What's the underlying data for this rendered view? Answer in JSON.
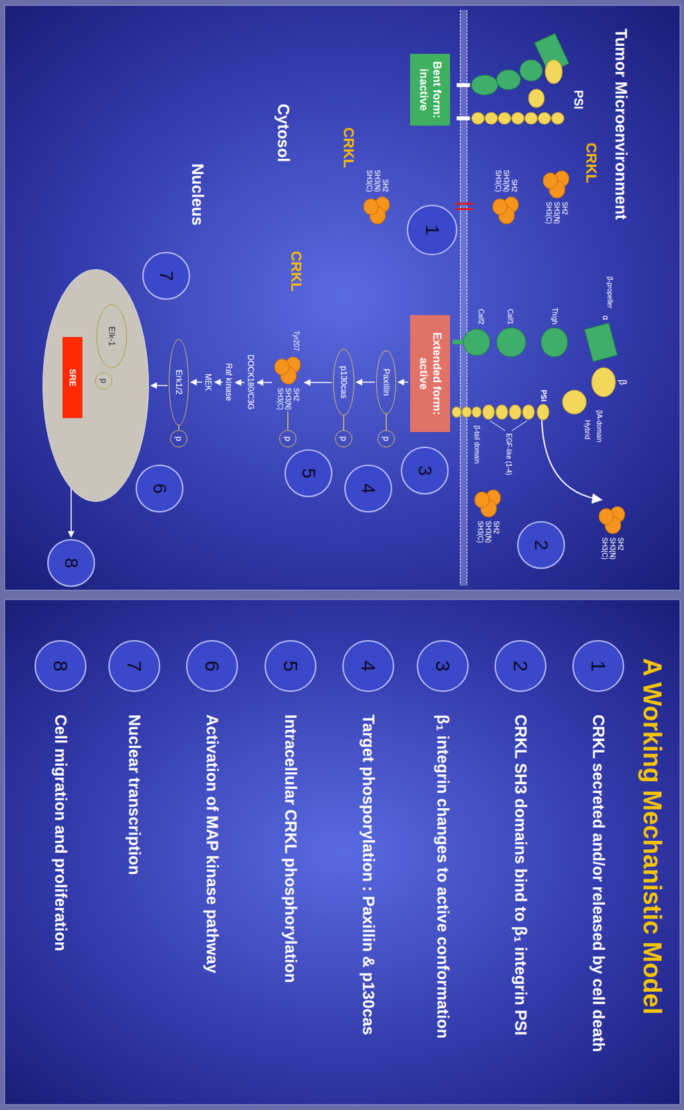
{
  "diagram": {
    "title": "A Working Mechanistic Model",
    "nodes": [
      {
        "text": [
          "Bent form: inactive"
        ]
      },
      {
        "text": [
          "1"
        ]
      },
      {
        "text": [
          "SH2",
          "SH3(N)",
          "SH3(C)"
        ]
      },
      {
        "text": [
          "SH2",
          "SH3(N)",
          "SH3(C)"
        ]
      },
      {
        "text": [
          "SH2",
          "SH3(N)",
          "SH3(C)"
        ]
      },
      {
        "text": [
          "2"
        ]
      },
      {
        "text": [
          "SH2",
          "SH3(N)",
          "SH3(C)"
        ]
      },
      {
        "text": [
          "SH2",
          "SH3(N)",
          "SH3(C)"
        ]
      },
      {
        "text": [
          "Extended form: active"
        ]
      },
      {
        "text": [
          "3"
        ]
      },
      {
        "text": [
          "Paxillin"
        ]
      },
      {
        "text": [
          "p"
        ]
      },
      {
        "text": [
          "4"
        ]
      },
      {
        "text": [
          "p130cas"
        ]
      },
      {
        "text": [
          "p"
        ]
      },
      {
        "text": [
          "SH2",
          "SH3(N)",
          "SH3(C)"
        ]
      },
      {
        "text": [
          "p"
        ]
      },
      {
        "text": [
          "5"
        ]
      },
      {
        "text": [
          "DOCK180/C3G"
        ]
      },
      {
        "text": [
          "Raf kinase"
        ]
      },
      {
        "text": [
          "MEK"
        ]
      },
      {
        "text": [
          "Erk1/2"
        ]
      },
      {
        "text": [
          "p"
        ]
      },
      {
        "text": [
          "6"
        ]
      },
      {
        "text": [
          "7"
        ]
      },
      {
        "text": [
          "Nucleus"
        ]
      },
      {
        "text": [
          "Elk-1"
        ],
        "in": 25
      },
      {
        "text": [
          "p"
        ],
        "in": 25
      },
      {
        "text": [
          "SRE"
        ],
        "in": 25
      },
      {
        "text": [
          "8"
        ]
      },
      {
        "text": [
          "1"
        ]
      },
      {
        "text": [
          "2"
        ]
      },
      {
        "text": [
          "3"
        ]
      },
      {
        "text": [
          "4"
        ]
      },
      {
        "text": [
          "5"
        ]
      },
      {
        "text": [
          "6"
        ]
      },
      {
        "text": [
          "7"
        ]
      },
      {
        "text": [
          "8"
        ]
      }
    ],
    "edges": [
      {
        "from": 8,
        "to": 10,
        "arrow": "to"
      },
      {
        "from": 10,
        "to": 13,
        "arrow": "to"
      },
      {
        "from": 13,
        "to": 15,
        "arrow": "to"
      },
      {
        "from": 15,
        "to": 18,
        "arrow": "to"
      },
      {
        "from": 18,
        "to": 19,
        "arrow": "to"
      },
      {
        "from": 19,
        "to": 20,
        "arrow": "to"
      },
      {
        "from": 20,
        "to": 21,
        "arrow": "to"
      },
      {
        "from": 21,
        "to": 25,
        "arrow": "to"
      },
      {
        "from": 28,
        "to": 29,
        "arrow": "to"
      }
    ],
    "labels": [
      "Tumor Microenvironment",
      "PSI",
      "CRKL",
      "Cytosol",
      "CRKL",
      "β-propeller",
      "α",
      "Thigh",
      "Calf1",
      "Calf2",
      "β",
      "βA-domain",
      "Hybrid",
      "PSI",
      "EGF-like (1-4)",
      "β-tail domain",
      "CRKL",
      "Tyr207",
      "CRKL secreted and/or released by cell death",
      "CRKL SH3 domains bind to β₁ integrin PSI",
      "β₁ integrin changes to active conformation",
      "Target phosporylation : Paxillin & p130cas",
      "Intracellular CRKL phosphorylation",
      "Activation of MAP kinase pathway",
      "Nuclear transcription",
      "Cell migration and proliferation"
    ]
  }
}
